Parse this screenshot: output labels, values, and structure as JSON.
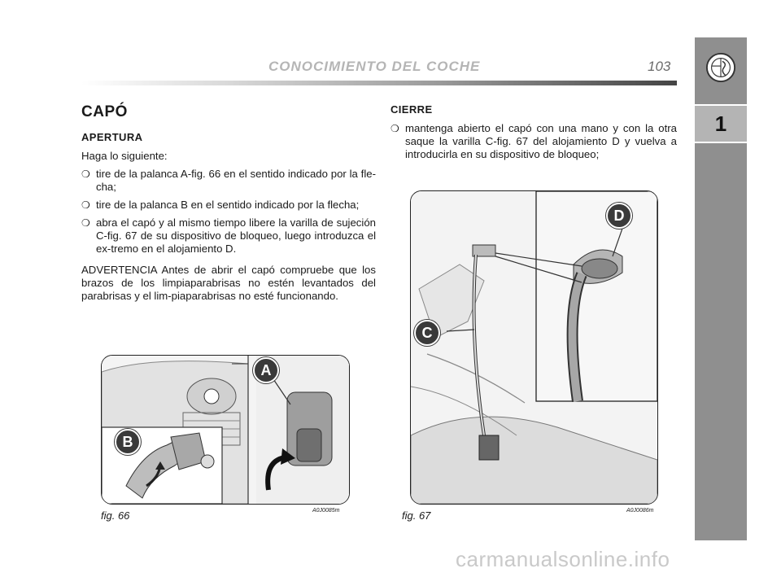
{
  "header": {
    "title": "CONOCIMIENTO DEL COCHE",
    "page_number": "103"
  },
  "side_tab": {
    "chapter": "1",
    "logo_icon": "alfa-romeo-logo-icon"
  },
  "left_column": {
    "title": "CAPÓ",
    "subtitle": "APERTURA",
    "intro": "Haga lo siguiente:",
    "bullets": [
      "tire de la palanca A-fig. 66 en el sentido indicado por la fle-cha;",
      "tire de la palanca B en el sentido indicado por la flecha;",
      "abra el capó y al mismo tiempo libere la varilla de sujeción C-fig. 67 de su dispositivo de bloqueo, luego introduzca el ex-tremo en el alojamiento D."
    ],
    "warning": "ADVERTENCIA Antes de abrir el capó compruebe que los brazos de los limpiaparabrisas no estén levantados del parabrisas y el lim-piaparabrisas no esté funcionando."
  },
  "right_column": {
    "subtitle": "CIERRE",
    "bullets": [
      "mantenga abierto el capó con una mano y con la otra saque la varilla C-fig. 67 del alojamiento D y vuelva a introducirla en su dispositivo de bloqueo;"
    ]
  },
  "bullet_symbol": "❍",
  "figures": {
    "fig66": {
      "caption": "fig. 66",
      "code": "A0J0085m",
      "labels": [
        "A",
        "B"
      ]
    },
    "fig67": {
      "caption": "fig. 67",
      "code": "A0J0086m",
      "labels": [
        "C",
        "D"
      ]
    }
  },
  "watermark": "carmanualsonline.info"
}
